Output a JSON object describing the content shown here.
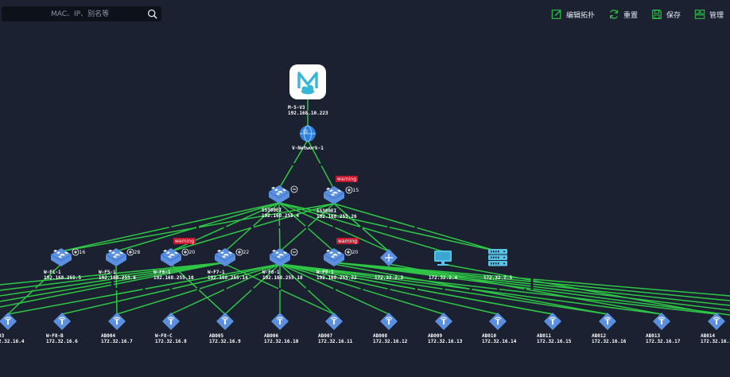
{
  "search": {
    "placeholder": "MAC、IP、别名等"
  },
  "toolbar": {
    "edit_label": "编辑拓扑",
    "reset_label": "重置",
    "save_label": "保存",
    "manage_label": "管理"
  },
  "colors": {
    "link": "#2fc646",
    "warning": "#c4192f",
    "device": "#5b8fe0",
    "background": "#1b2130"
  },
  "root": {
    "name": "M-5-V3",
    "ip": "192.168.10.223",
    "icon": "mesh-cloud-icon"
  },
  "network": {
    "name": "V-Network-1",
    "icon": "globe-icon"
  },
  "core_switches": [
    {
      "name": "S5300EI",
      "ip": "192.168.255.4",
      "badge": "⊖",
      "warning": ""
    },
    {
      "name": "S5300EI",
      "ip": "192.168.255.26",
      "badge": "+15",
      "warning": "warning"
    }
  ],
  "access_nodes": [
    {
      "name": "W-F1-1",
      "ip": "192.168.255.5",
      "badge": "+16",
      "warning": "",
      "type": "switch"
    },
    {
      "name": "W-F5-1",
      "ip": "192.168.255.6",
      "badge": "+28",
      "warning": "",
      "type": "switch"
    },
    {
      "name": "W-F6-1",
      "ip": "192.168.255.10",
      "badge": "+20",
      "warning": "warning",
      "type": "switch"
    },
    {
      "name": "W-F7-1",
      "ip": "192.168.255.14",
      "badge": "+22",
      "warning": "",
      "type": "switch"
    },
    {
      "name": "W-F8-1",
      "ip": "192.168.255.18",
      "badge": "⊖",
      "warning": "",
      "type": "switch"
    },
    {
      "name": "W-F9-1",
      "ip": "192.168.255.22",
      "badge": "+20",
      "warning": "warning",
      "type": "switch"
    },
    {
      "name": "",
      "ip": "172.32.2.3",
      "badge": "",
      "warning": "",
      "type": "router"
    },
    {
      "name": "",
      "ip": "172.32.2.4",
      "badge": "",
      "warning": "",
      "type": "monitor"
    },
    {
      "name": "",
      "ip": "172.32.2.5",
      "badge": "",
      "warning": "",
      "type": "server"
    }
  ],
  "aps": [
    {
      "name": "03",
      "ip": "2.32.16.4"
    },
    {
      "name": "W-F8-B",
      "ip": "172.32.16.6"
    },
    {
      "name": "AB004",
      "ip": "172.32.16.7"
    },
    {
      "name": "W-F8-C",
      "ip": "172.32.16.8"
    },
    {
      "name": "AB005",
      "ip": "172.32.16.9"
    },
    {
      "name": "AB006",
      "ip": "172.32.16.10"
    },
    {
      "name": "AB007",
      "ip": "172.32.16.11"
    },
    {
      "name": "AB008",
      "ip": "172.32.16.12"
    },
    {
      "name": "AB009",
      "ip": "172.32.16.13"
    },
    {
      "name": "AB010",
      "ip": "172.32.16.14"
    },
    {
      "name": "AB011",
      "ip": "172.32.16.15"
    },
    {
      "name": "AB012",
      "ip": "172.32.16.16"
    },
    {
      "name": "AB013",
      "ip": "172.32.16.17"
    },
    {
      "name": "AB014",
      "ip": "172.32.16.1"
    }
  ]
}
